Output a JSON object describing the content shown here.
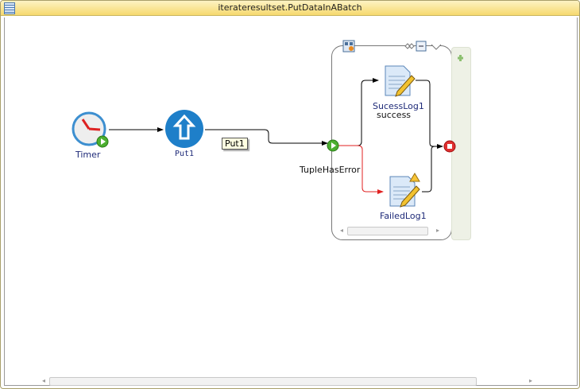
{
  "window": {
    "title": "iterateresultset.PutDataInABatch"
  },
  "nodes": {
    "timer": {
      "label": "Timer",
      "icon": "clock-icon"
    },
    "put": {
      "label": "Put1",
      "icon": "upload-arrow-icon"
    },
    "tuple": {
      "label": "TupleHasError",
      "icon": "start-play-icon"
    },
    "success": {
      "label": "SucessLog1",
      "sublabel": "success",
      "icon": "log-pencil-icon"
    },
    "failed": {
      "label": "FailedLog1",
      "icon": "log-pencil-warning-icon"
    },
    "end": {
      "icon": "stop-icon"
    }
  },
  "tooltip": {
    "text": "Put1"
  },
  "colors": {
    "error_link": "#e02020",
    "link": "#000000",
    "title_bg": "#f6d96e"
  }
}
